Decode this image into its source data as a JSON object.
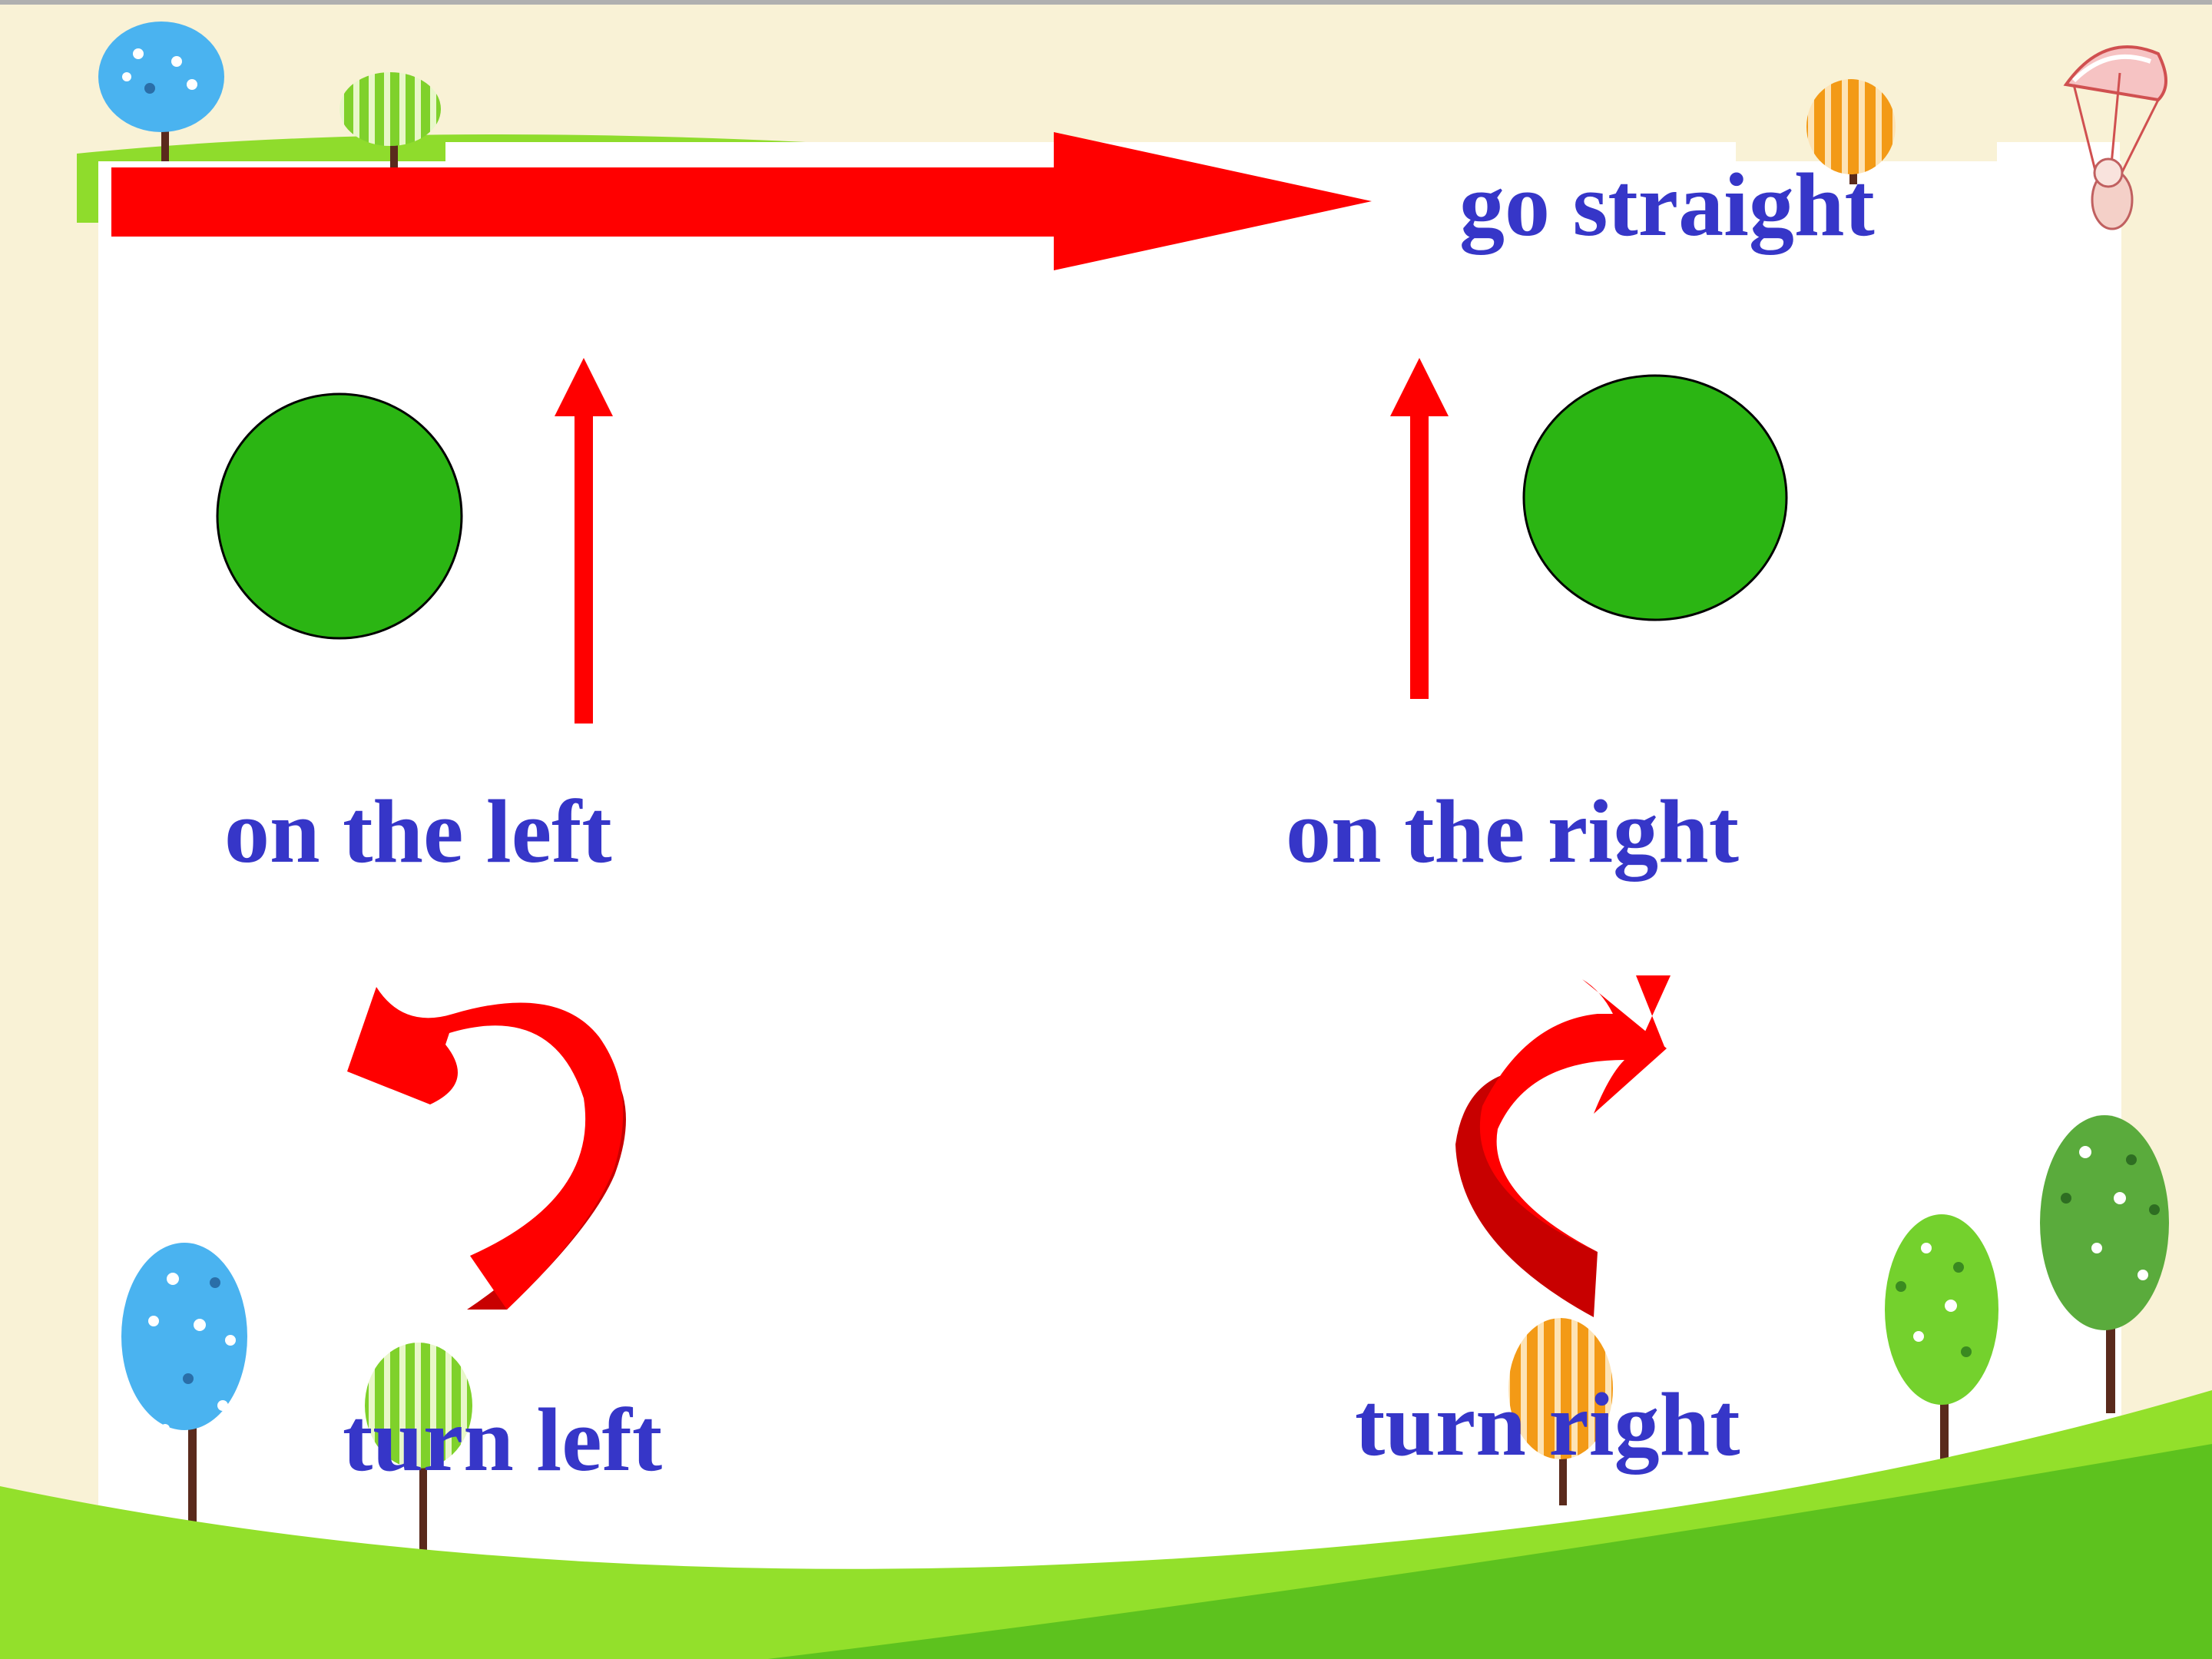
{
  "labels": {
    "go_straight": "go straight",
    "on_the_left": "on the left",
    "on_the_right": "on the right",
    "turn_left": "turn left",
    "turn_right": "turn right"
  },
  "colors": {
    "background": "#f9f2d6",
    "panel": "#ffffff",
    "arrow": "#ff0000",
    "arrow_shadow": "#c80000",
    "circle": "#2bb513",
    "text": "#3636c8",
    "grass_light": "#93e02b",
    "grass_dark": "#5dc21e"
  },
  "icons": {
    "parachute": "parachute-bunny-icon",
    "tree_blue": "blue-tree-icon",
    "tree_green_striped": "green-striped-tree-icon",
    "tree_orange_striped": "orange-striped-tree-icon",
    "tree_green": "green-tree-icon"
  }
}
